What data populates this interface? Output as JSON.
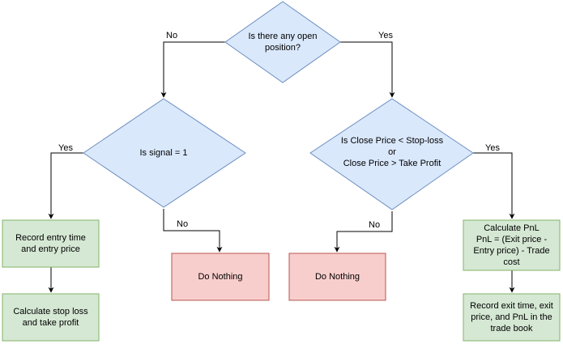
{
  "colors": {
    "decision_fill": "#dae8fc",
    "decision_stroke": "#6c8ebf",
    "process_green_fill": "#d5e8d4",
    "process_green_stroke": "#82b366",
    "process_red_fill": "#f8cecc",
    "process_red_stroke": "#b85450",
    "edge": "#000000"
  },
  "nodes": {
    "q_open_position": {
      "lines": [
        "Is there any open",
        "position?"
      ]
    },
    "q_signal": {
      "lines": [
        "Is signal = 1"
      ]
    },
    "q_close_price": {
      "lines": [
        "Is Close Price < Stop-loss",
        "or",
        "Close Price > Take Profit"
      ]
    },
    "record_entry": {
      "lines": [
        "Record entry time",
        "and entry price"
      ]
    },
    "calc_stop": {
      "lines": [
        "Calculate stop loss",
        "and take profit"
      ]
    },
    "do_nothing_left": {
      "lines": [
        "Do Nothing"
      ]
    },
    "do_nothing_right": {
      "lines": [
        "Do Nothing"
      ]
    },
    "calc_pnl": {
      "lines": [
        "Calculate PnL",
        "PnL = (Exit price -",
        "Entry price) - Trade",
        "cost"
      ]
    },
    "record_exit": {
      "lines": [
        "Record exit time, exit",
        "price, and PnL in the",
        "trade book"
      ]
    }
  },
  "edge_labels": {
    "open_no": "No",
    "open_yes": "Yes",
    "signal_yes": "Yes",
    "signal_no": "No",
    "close_no": "No",
    "close_yes": "Yes"
  }
}
